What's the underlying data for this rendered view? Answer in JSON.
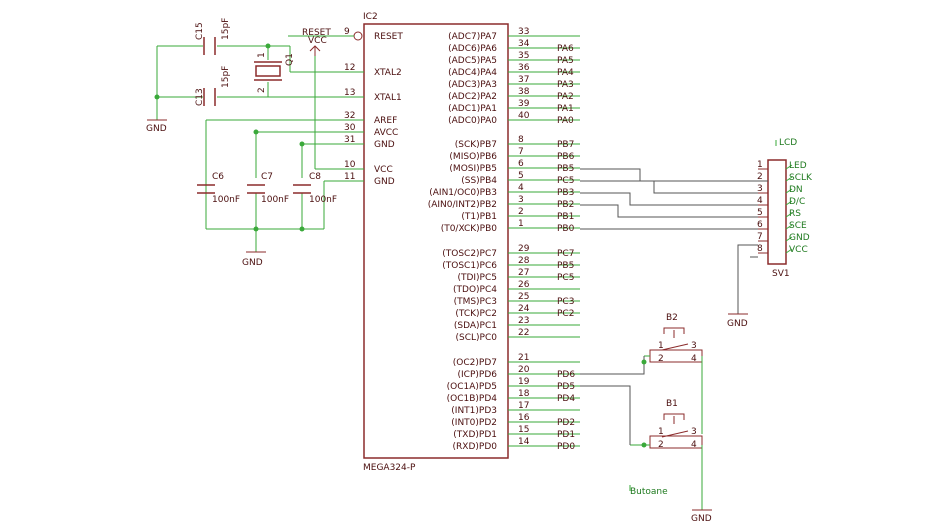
{
  "ic": {
    "name": "IC2",
    "part": "MEGA324-P",
    "left_pins": [
      {
        "num": "9",
        "label": "RESET"
      },
      {
        "num": "12",
        "label": "XTAL2"
      },
      {
        "num": "13",
        "label": "XTAL1"
      },
      {
        "num": "32",
        "label": "AREF"
      },
      {
        "num": "30",
        "label": "AVCC"
      },
      {
        "num": "31",
        "label": "GND"
      },
      {
        "num": "10",
        "label": "VCC"
      },
      {
        "num": "11",
        "label": "GND"
      }
    ],
    "right_pins": [
      {
        "num": "33",
        "label": "(ADC7)PA7",
        "net": ""
      },
      {
        "num": "34",
        "label": "(ADC6)PA6",
        "net": "PA6"
      },
      {
        "num": "35",
        "label": "(ADC5)PA5",
        "net": "PA5"
      },
      {
        "num": "36",
        "label": "(ADC4)PA4",
        "net": "PA4"
      },
      {
        "num": "37",
        "label": "(ADC3)PA3",
        "net": "PA3"
      },
      {
        "num": "38",
        "label": "(ADC2)PA2",
        "net": "PA2"
      },
      {
        "num": "39",
        "label": "(ADC1)PA1",
        "net": "PA1"
      },
      {
        "num": "40",
        "label": "(ADC0)PA0",
        "net": "PA0"
      },
      {
        "num": "8",
        "label": "(SCK)PB7",
        "net": "PB7"
      },
      {
        "num": "7",
        "label": "(MISO)PB6",
        "net": "PB6"
      },
      {
        "num": "6",
        "label": "(MOSI)PB5",
        "net": "PB5"
      },
      {
        "num": "5",
        "label": "(SS)PB4",
        "net": "PC5"
      },
      {
        "num": "4",
        "label": "(AIN1/OC0)PB3",
        "net": "PB3"
      },
      {
        "num": "3",
        "label": "(AIN0/INT2)PB2",
        "net": "PB2"
      },
      {
        "num": "2",
        "label": "(T1)PB1",
        "net": "PB1"
      },
      {
        "num": "1",
        "label": "(T0/XCK)PB0",
        "net": "PB0"
      },
      {
        "num": "29",
        "label": "(TOSC2)PC7",
        "net": "PC7"
      },
      {
        "num": "28",
        "label": "(TOSC1)PC6",
        "net": "PB5"
      },
      {
        "num": "27",
        "label": "(TDI)PC5",
        "net": "PC5"
      },
      {
        "num": "26",
        "label": "(TDO)PC4",
        "net": ""
      },
      {
        "num": "25",
        "label": "(TMS)PC3",
        "net": "PC3"
      },
      {
        "num": "24",
        "label": "(TCK)PC2",
        "net": "PC2"
      },
      {
        "num": "23",
        "label": "(SDA)PC1",
        "net": ""
      },
      {
        "num": "22",
        "label": "(SCL)PC0",
        "net": ""
      },
      {
        "num": "21",
        "label": "(OC2)PD7",
        "net": ""
      },
      {
        "num": "20",
        "label": "(ICP)PD6",
        "net": "PD6"
      },
      {
        "num": "19",
        "label": "(OC1A)PD5",
        "net": "PD5"
      },
      {
        "num": "18",
        "label": "(OC1B)PD4",
        "net": "PD4"
      },
      {
        "num": "17",
        "label": "(INT1)PD3",
        "net": ""
      },
      {
        "num": "16",
        "label": "(INT0)PD2",
        "net": "PD2"
      },
      {
        "num": "15",
        "label": "(TXD)PD1",
        "net": "PD1"
      },
      {
        "num": "14",
        "label": "(RXD)PD0",
        "net": "PD0"
      }
    ]
  },
  "reset_net": "RESET",
  "vcc_label": "VCC",
  "crystal": {
    "name": "Q1",
    "pin1": "1",
    "pin2": "2"
  },
  "caps": {
    "c15": {
      "name": "C15",
      "value": "15pF"
    },
    "c13": {
      "name": "C13",
      "value": "15pF"
    },
    "c6": {
      "name": "C6",
      "value": "100nF"
    },
    "c7": {
      "name": "C7",
      "value": "100nF"
    },
    "c8": {
      "name": "C8",
      "value": "100nF"
    }
  },
  "gnd": "GND",
  "lcd": {
    "title": "LCD",
    "name": "SV1",
    "pins": [
      {
        "num": "1",
        "label": "LED"
      },
      {
        "num": "2",
        "label": "SCLK"
      },
      {
        "num": "3",
        "label": "DN"
      },
      {
        "num": "4",
        "label": "D/C"
      },
      {
        "num": "5",
        "label": "RS"
      },
      {
        "num": "6",
        "label": "SCE"
      },
      {
        "num": "7",
        "label": "GND"
      },
      {
        "num": "8",
        "label": "VCC"
      }
    ]
  },
  "buttons": {
    "b2": {
      "name": "B2",
      "p1": "1",
      "p2": "2",
      "p3": "3",
      "p4": "4"
    },
    "b1": {
      "name": "B1",
      "p1": "1",
      "p2": "2",
      "p3": "3",
      "p4": "4"
    },
    "title": "Butoane"
  }
}
